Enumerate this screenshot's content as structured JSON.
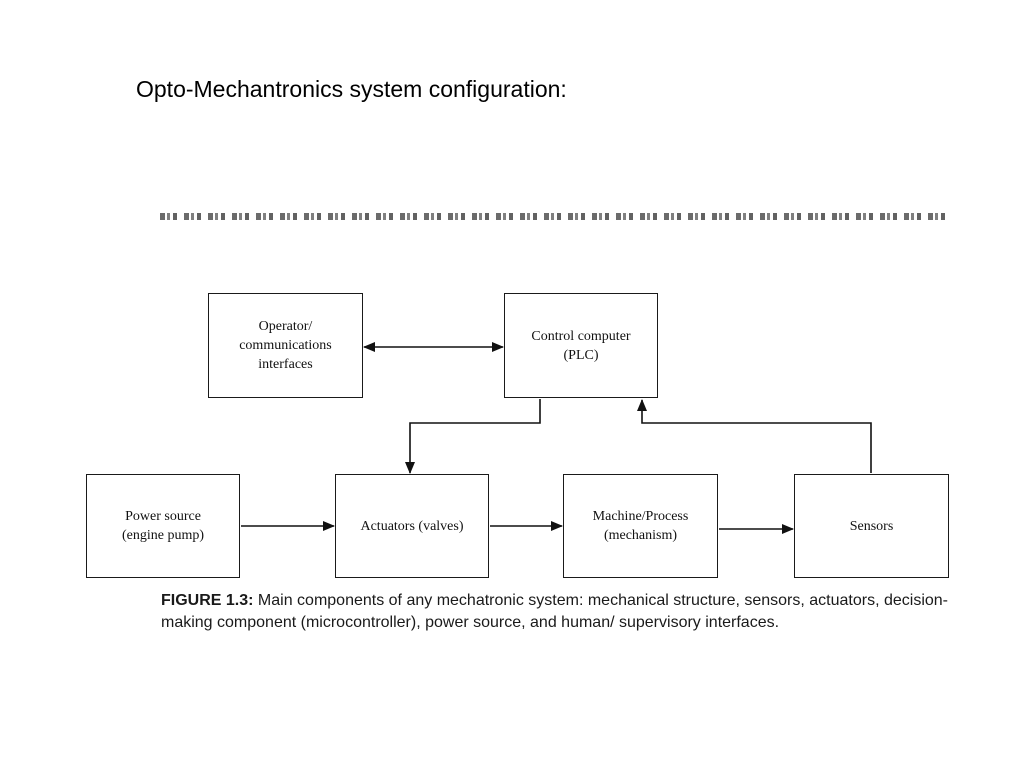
{
  "slide": {
    "title": "Opto-Mechantronics system configuration:"
  },
  "diagram": {
    "nodes": {
      "operator": "Operator/\ncommunications\ninterfaces",
      "control": "Control computer\n(PLC)",
      "power": "Power source\n(engine pump)",
      "actuators": "Actuators (valves)",
      "machine": "Machine/Process\n(mechanism)",
      "sensors": "Sensors"
    },
    "edges": [
      {
        "from": "operator",
        "to": "control",
        "direction": "both"
      },
      {
        "from": "control",
        "to": "actuators",
        "direction": "forward"
      },
      {
        "from": "power",
        "to": "actuators",
        "direction": "forward"
      },
      {
        "from": "actuators",
        "to": "machine",
        "direction": "forward"
      },
      {
        "from": "machine",
        "to": "sensors",
        "direction": "forward"
      },
      {
        "from": "sensors",
        "to": "control",
        "direction": "forward"
      }
    ]
  },
  "caption": {
    "label": "FIGURE 1.3:",
    "text": "Main components of any mechatronic system: mechanical structure, sensors, actuators, decision-making component (microcontroller), power source, and human/ supervisory interfaces."
  }
}
